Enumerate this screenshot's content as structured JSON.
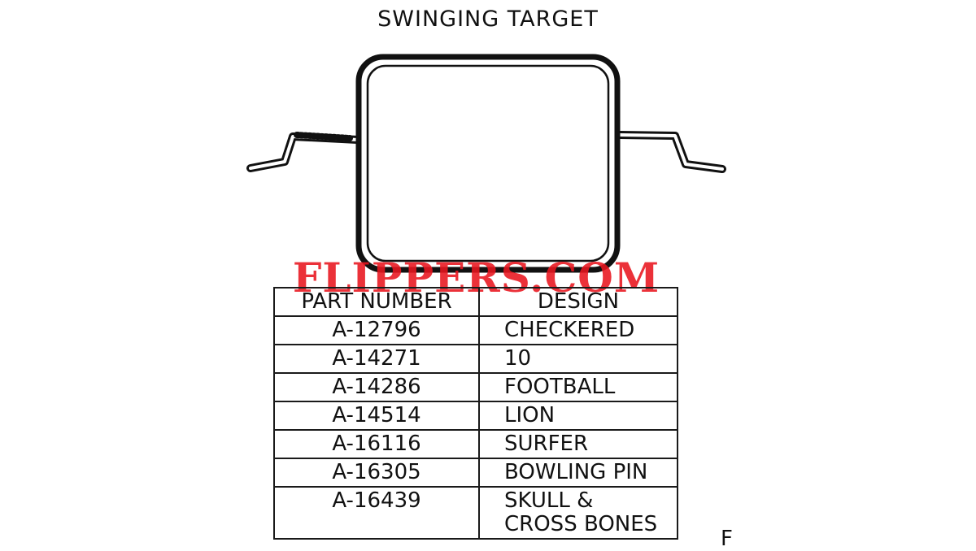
{
  "title": "SWINGING TARGET",
  "watermark": "FLIPPERS.COM",
  "table": {
    "headers": {
      "part_number": "PART NUMBER",
      "design": "DESIGN"
    },
    "rows": [
      {
        "part_number": "A-12796",
        "design": "CHECKERED"
      },
      {
        "part_number": "A-14271",
        "design": "10"
      },
      {
        "part_number": "A-14286",
        "design": "FOOTBALL"
      },
      {
        "part_number": "A-14514",
        "design": "LION"
      },
      {
        "part_number": "A-16116",
        "design": "SURFER"
      },
      {
        "part_number": "A-16305",
        "design": "BOWLING PIN"
      },
      {
        "part_number": "A-16439",
        "design": "SKULL &\nCROSS BONES"
      }
    ]
  },
  "edge_fragment": "F",
  "colors": {
    "ink": "#111111",
    "watermark": "#e8141e",
    "background": "#ffffff"
  }
}
